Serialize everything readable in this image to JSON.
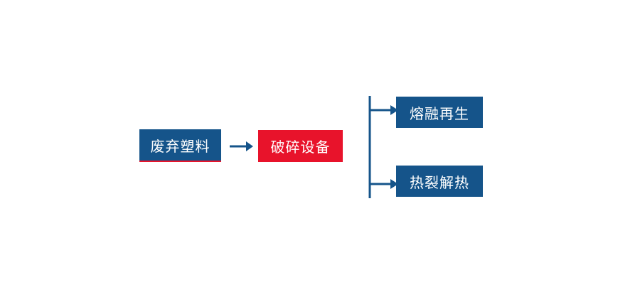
{
  "diagram": {
    "title": "",
    "type": "flowchart",
    "colors": {
      "node_blue": "#15548a",
      "node_red": "#e8132b",
      "arrow": "#15548a",
      "background": "#ffffff"
    },
    "nodes": [
      {
        "id": "waste-plastic",
        "label": "废弃塑料",
        "color": "blue"
      },
      {
        "id": "crushing-equipment",
        "label": "破碎设备",
        "color": "red"
      },
      {
        "id": "melt-regeneration",
        "label": "熔融再生",
        "color": "blue"
      },
      {
        "id": "pyrolysis-heat",
        "label": "热裂解热",
        "color": "blue"
      }
    ],
    "edges": [
      {
        "from": "waste-plastic",
        "to": "crushing-equipment",
        "style": "arrow-right"
      },
      {
        "from": "crushing-equipment",
        "to": "melt-regeneration",
        "style": "branch-arrow"
      },
      {
        "from": "crushing-equipment",
        "to": "pyrolysis-heat",
        "style": "branch-arrow"
      }
    ]
  }
}
